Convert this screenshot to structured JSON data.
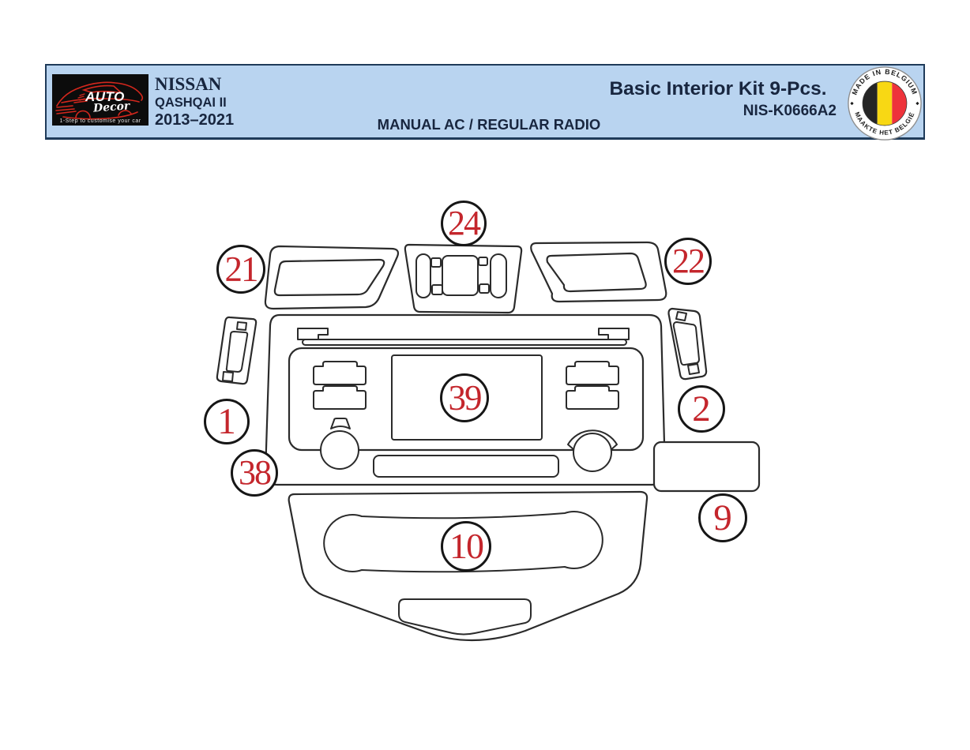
{
  "header": {
    "logo": {
      "brand": "AUTO",
      "brand_script": "Decor",
      "tagline": "1-Step to customise your car"
    },
    "vehicle": {
      "make": "NISSAN",
      "model": "QASHQAI II",
      "years": "2013–2021"
    },
    "variant": "MANUAL AC / REGULAR RADIO",
    "kit_title": "Basic Interior Kit  9-Pcs.",
    "part_code": "NIS-K0666A2",
    "badge": {
      "top_text": "MADE IN BELGIUM",
      "bottom_text": "MAAKTE HET BELGIË"
    }
  },
  "diagram": {
    "labels": [
      {
        "number": "21"
      },
      {
        "number": "24"
      },
      {
        "number": "22"
      },
      {
        "number": "1"
      },
      {
        "number": "38"
      },
      {
        "number": "39"
      },
      {
        "number": "2"
      },
      {
        "number": "9"
      },
      {
        "number": "10"
      }
    ]
  },
  "colors": {
    "header_bg": "#b9d4f0",
    "header_border": "#1f3b5a",
    "text_navy": "#18263f",
    "number_red": "#c4262c",
    "logo_red": "#d3271d",
    "line": "#2b2b2b",
    "flag_black": "#252525",
    "flag_yellow": "#f8d814",
    "flag_red": "#ee333b"
  }
}
